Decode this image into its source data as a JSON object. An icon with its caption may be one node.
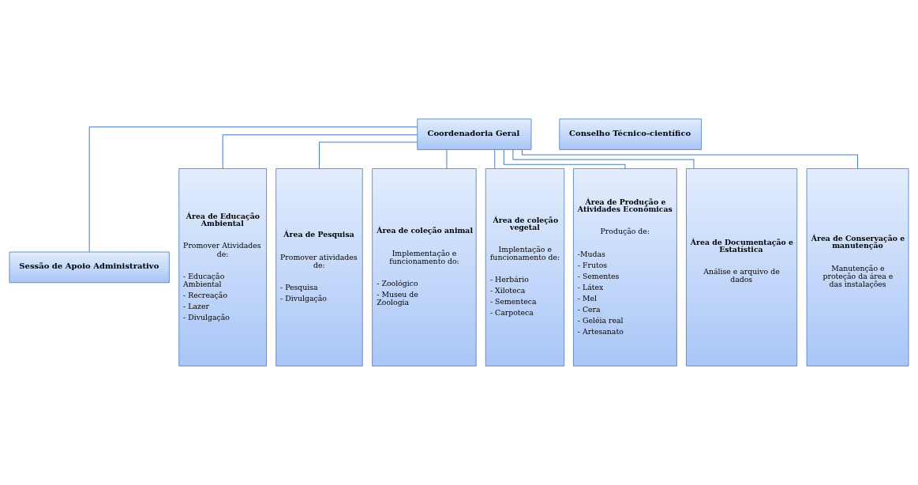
{
  "diagram": {
    "nodes": [
      {
        "text": [
          "Coordenadoria Geral"
        ]
      },
      {
        "text": [
          "Conselho Técnico-científico"
        ]
      },
      {
        "text": [
          "Sessão de Apoio Administrativo"
        ]
      },
      {
        "text": [
          "Área de Educação Ambiental",
          "Promover Atividades de:",
          "- Educação Ambiental",
          "- Recreação",
          "- Lazer",
          "- Divulgação"
        ]
      },
      {
        "text": [
          "Área de Pesquisa",
          "Promover atividades de:",
          "- Pesquisa",
          "- Divulgação"
        ]
      },
      {
        "text": [
          "Área de coleção animal",
          "Implementação e funcionamento do:",
          "- Zoológico",
          "- Museu de Zoologia"
        ]
      },
      {
        "text": [
          "Área de coleção vegetal",
          "Implentação e funcionamento de:",
          "- Herbário",
          "- Xiloteca",
          "- Sementeca",
          "- Carpoteca"
        ]
      },
      {
        "text": [
          "Área de Produção e Atividades Econômicas",
          "Produção de:",
          "-Mudas",
          "- Frutos",
          "- Sementes",
          "- Látex",
          "- Mel",
          "- Cera",
          "- Geléia real",
          "- Artesanato"
        ]
      },
      {
        "text": [
          "Área de Documentação e Estatística",
          "Análise e arquivo de dados"
        ]
      },
      {
        "text": [
          "Área de Conservação e manutenção",
          "Manutenção e proteção da área e das instalações"
        ]
      }
    ],
    "edges": [
      {
        "from": 0,
        "to": 2,
        "arrow": "none"
      },
      {
        "from": 0,
        "to": 3,
        "arrow": "none"
      },
      {
        "from": 0,
        "to": 4,
        "arrow": "none"
      },
      {
        "from": 0,
        "to": 5,
        "arrow": "none"
      },
      {
        "from": 0,
        "to": 6,
        "arrow": "none"
      },
      {
        "from": 0,
        "to": 7,
        "arrow": "none"
      },
      {
        "from": 0,
        "to": 8,
        "arrow": "none"
      },
      {
        "from": 0,
        "to": 9,
        "arrow": "none"
      }
    ]
  }
}
